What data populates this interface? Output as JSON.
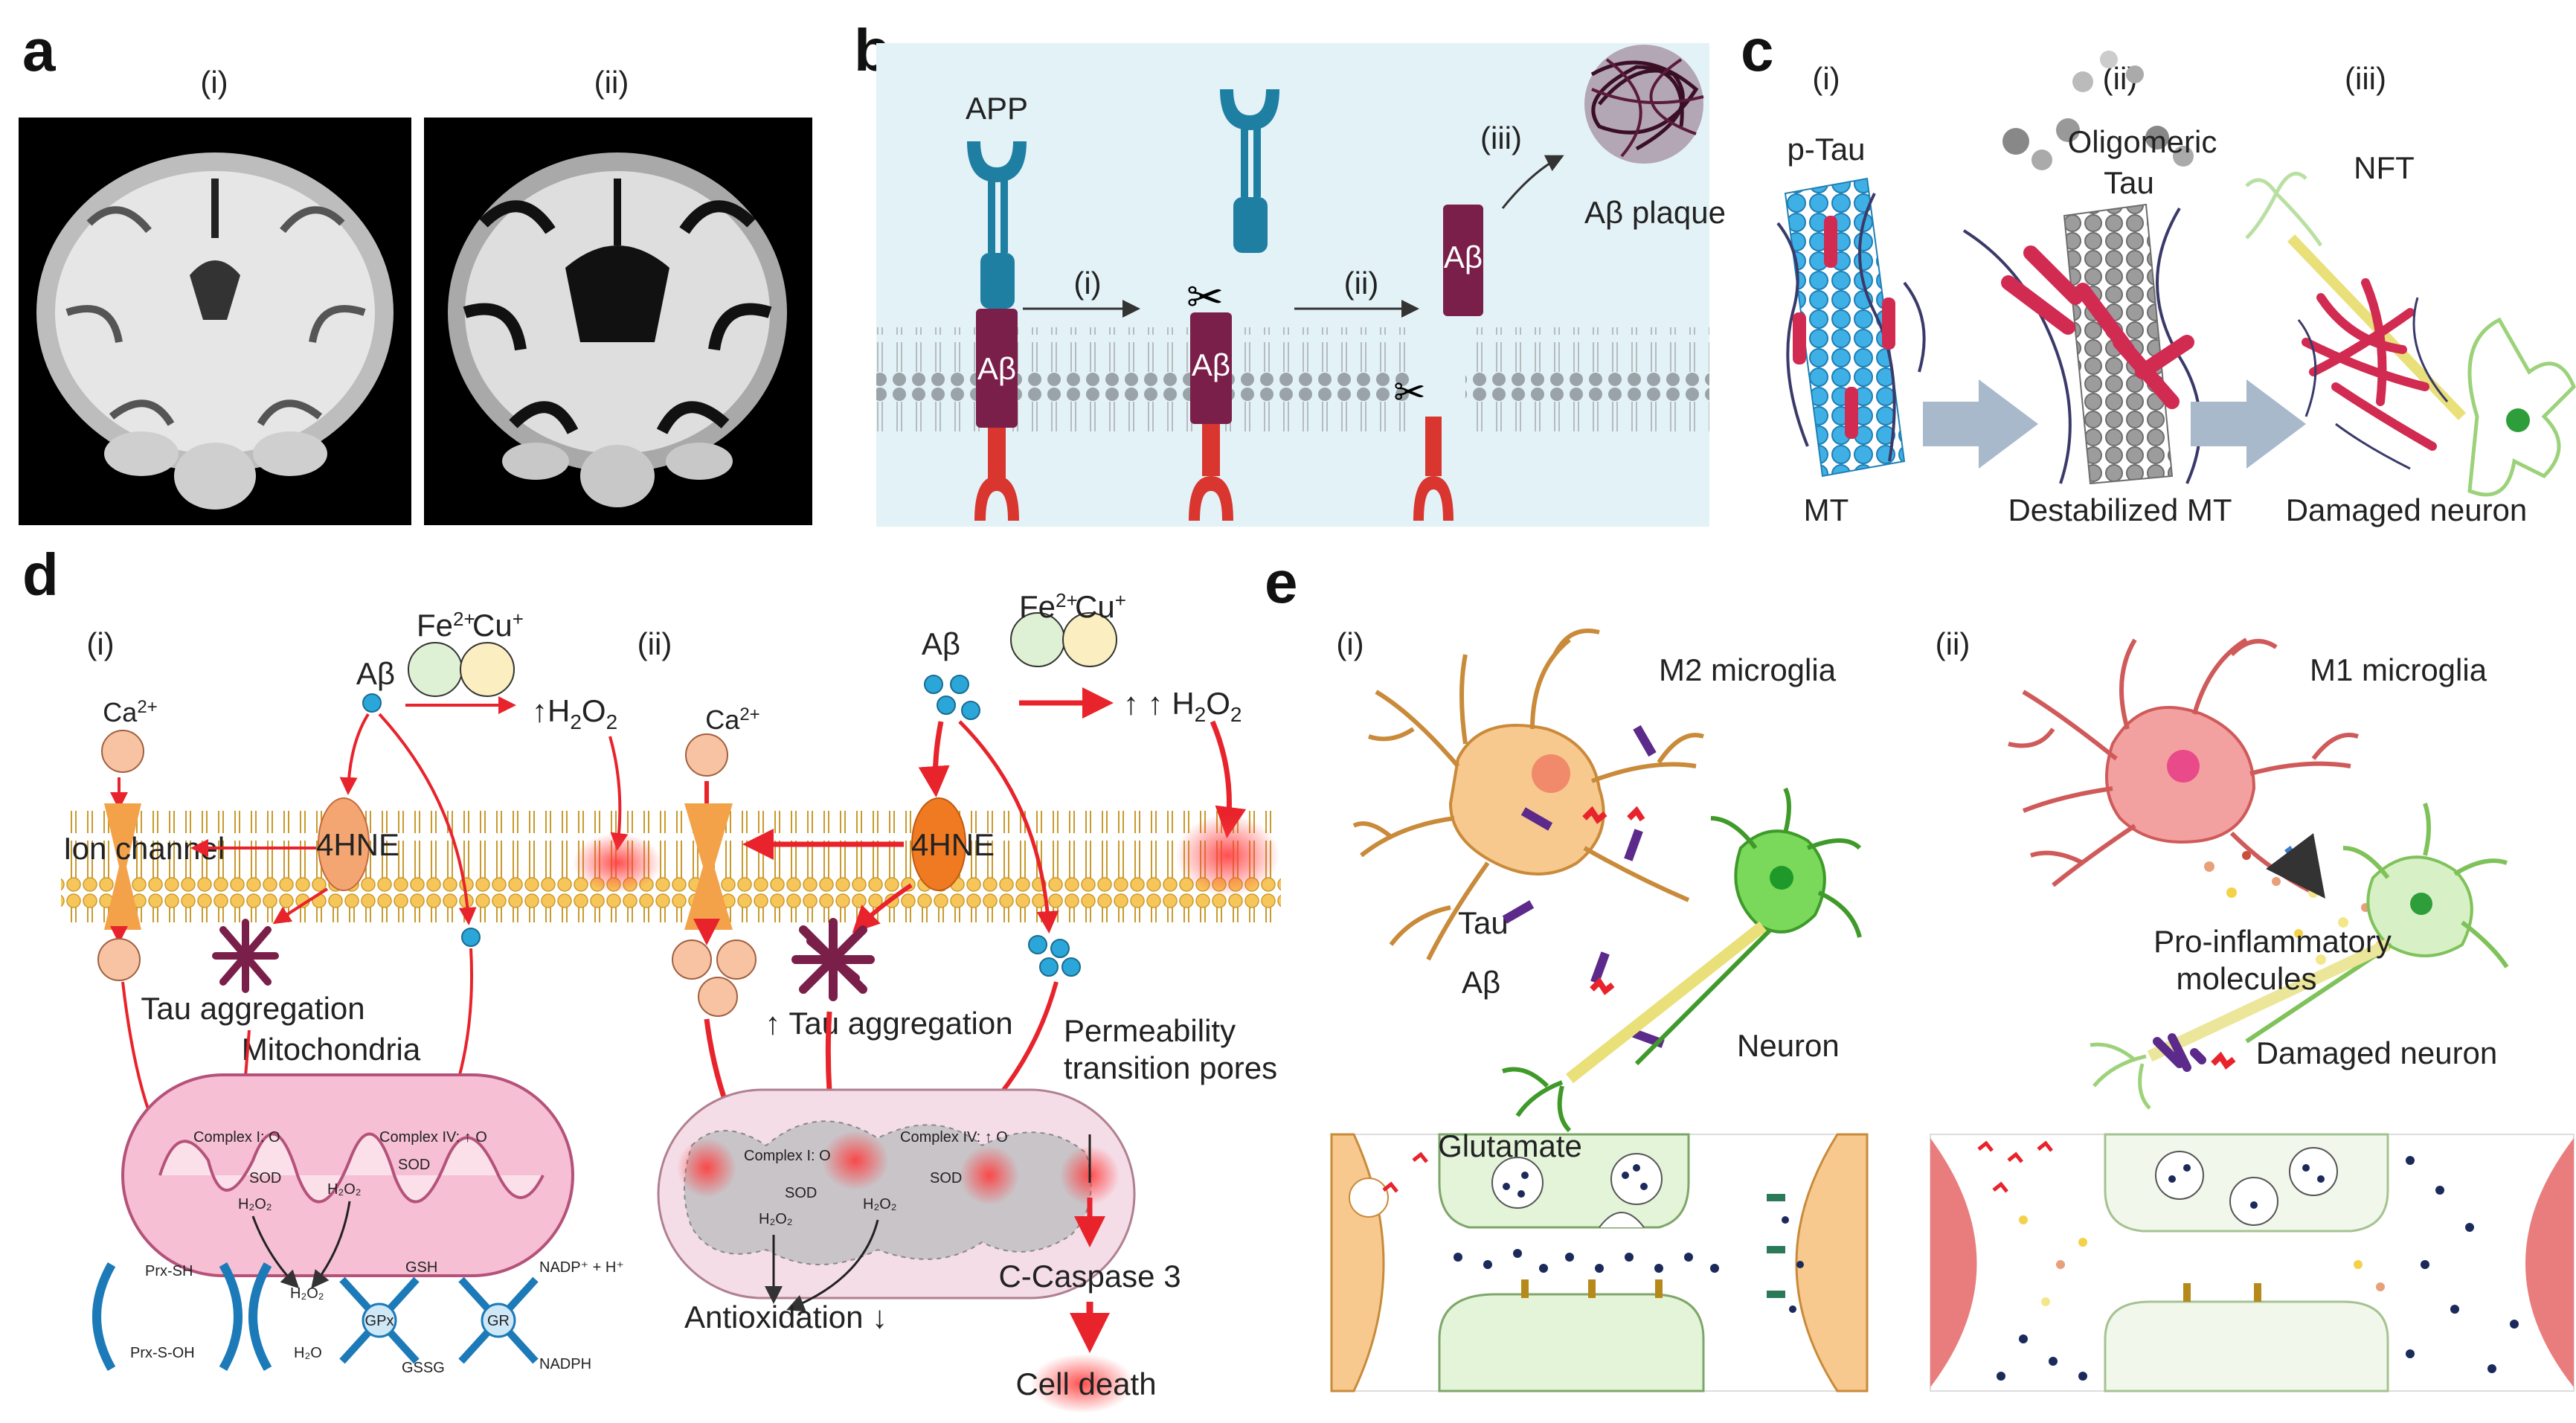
{
  "panels": {
    "a": {
      "letter": "a",
      "sub1": "(i)",
      "sub2": "(ii)"
    },
    "b": {
      "letter": "b",
      "app": "APP",
      "step1": "(i)",
      "step2": "(ii)",
      "step3": "(iii)",
      "plaque": "Aβ plaque",
      "abeta": "Aβ"
    },
    "c": {
      "letter": "c",
      "sub1": "(i)",
      "sub2": "(ii)",
      "sub3": "(iii)",
      "ptau": "p-Tau",
      "oligo1": "Oligomeric",
      "oligo2": "Tau",
      "nft": "NFT",
      "mt": "MT",
      "destab": "Destabilized MT",
      "damaged": "Damaged neuron"
    },
    "d": {
      "letter": "d",
      "sub1": "(i)",
      "sub2": "(ii)",
      "ab": "Aβ",
      "fe": "Fe",
      "fe_sup": "2+",
      "cu": "Cu",
      "cu_sup": "+",
      "ca": "Ca",
      "ca_sup": "2+",
      "h2o2_1": "↑H",
      "h2o2_2": "↑ ↑ H",
      "h2o2_sub": "2",
      "o_sub": "O",
      "ion_channel": "Ion channel",
      "hne": "4HNE",
      "tau_agg1": "Tau aggregation",
      "tau_agg2": "↑ Tau aggregation",
      "mito": "Mitochondria",
      "complex1": "Complex I: O",
      "complex4": "Complex IV: ↑ O",
      "sod": "SOD",
      "perm1": "Permeability",
      "perm2": "transition pores",
      "prxsh": "Prx-SH",
      "prxsoh": "Prx-S-OH",
      "gsh": "GSH",
      "gssg": "GSSG",
      "gpx": "GPx",
      "gr": "GR",
      "nadp": "NADP⁺ + H⁺",
      "nadph": "NADPH",
      "h2o": "H₂O",
      "h2o2": "H₂O₂",
      "antiox": "Antioxidation ↓",
      "caspase": "C-Caspase 3",
      "death": "Cell death"
    },
    "e": {
      "letter": "e",
      "sub1": "(i)",
      "sub2": "(ii)",
      "m2": "M2 microglia",
      "m1": "M1 microglia",
      "tau": "Tau",
      "ab": "Aβ",
      "neuron": "Neuron",
      "pro1": "Pro-inflammatory",
      "pro2": "molecules",
      "damaged": "Damaged neuron",
      "glutamate": "Glutamate"
    }
  },
  "colors": {
    "arrow_red": "#e8232b",
    "membrane": "#f7c65a",
    "mito_pink": "#f6bfd3",
    "microglia_m2": "#f7c98f",
    "microglia_m1": "#e97d7d",
    "neuron_green": "#7ad95b",
    "abeta_purple": "#7a1f4a",
    "app_blue": "#1f7fa3",
    "panel_b_bg": "#e3f2f7"
  }
}
